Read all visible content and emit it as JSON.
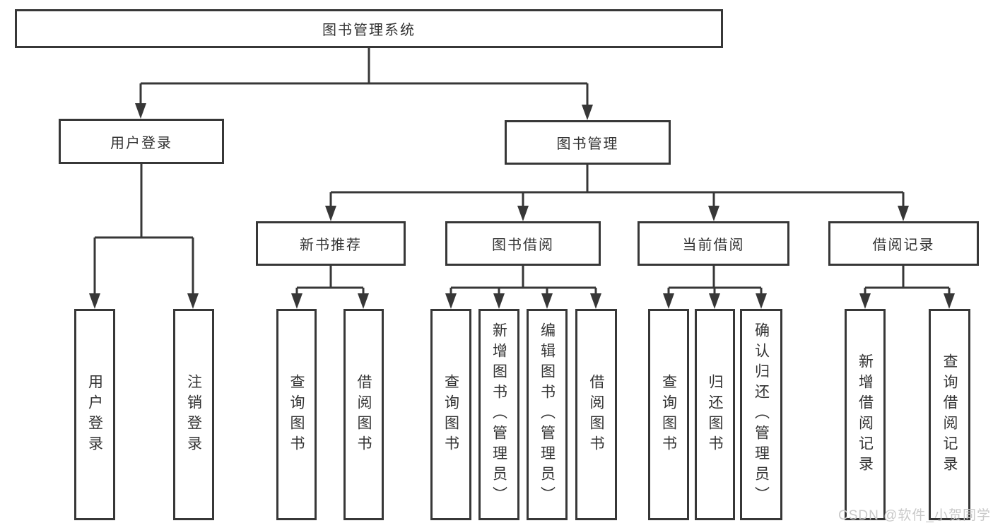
{
  "tree": {
    "label": "图书管理系统",
    "children": [
      {
        "label": "用户登录",
        "children": [
          {
            "label": "用户登录"
          },
          {
            "label": "注销登录"
          }
        ]
      },
      {
        "label": "图书管理",
        "children": [
          {
            "label": "新书推荐",
            "children": [
              {
                "label": "查询图书"
              },
              {
                "label": "借阅图书"
              }
            ]
          },
          {
            "label": "图书借阅",
            "children": [
              {
                "label": "查询图书"
              },
              {
                "label": "新增图书（管理员）"
              },
              {
                "label": "编辑图书（管理员）"
              },
              {
                "label": "借阅图书"
              }
            ]
          },
          {
            "label": "当前借阅",
            "children": [
              {
                "label": "查询图书"
              },
              {
                "label": "归还图书"
              },
              {
                "label": "确认归还（管理员）"
              }
            ]
          },
          {
            "label": "借阅记录",
            "children": [
              {
                "label": "新增借阅记录"
              },
              {
                "label": "查询借阅记录"
              }
            ]
          }
        ]
      }
    ]
  },
  "watermark": {
    "text": "CSDN @软件_小贺同学"
  },
  "colors": {
    "line": "#373737",
    "text": "#333333",
    "watermark": "#c9c9c9",
    "background": "#ffffff"
  }
}
